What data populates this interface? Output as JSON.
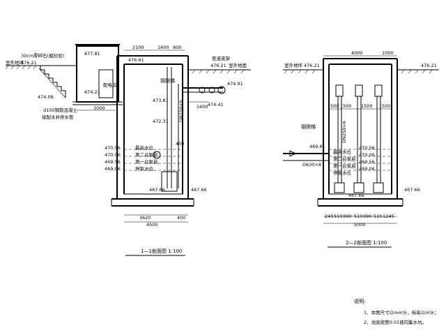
{
  "section_1_1": {
    "title": "1—1剖面图 1:100",
    "ground_left_note": "30cm厚碎石(粗砂层)",
    "ground_left_label": "室外地坪",
    "ground_left_elev": "476.21",
    "roof_elev": "477.81",
    "floor_elev": "474.21",
    "room_label": "配电房",
    "slope_elev": "474.08",
    "pipe_note_1": "d150钢筋混凝土",
    "pipe_note_2": "接配水井排水管",
    "dim_3000": "3000",
    "dim_top": [
      "2100",
      "1600",
      "800"
    ],
    "top_elev": "476.61",
    "right_elev_1": "476.21",
    "right_label": "室外地面",
    "right_note": "管道支架",
    "pipe_elev_1": "474.91",
    "pipe_elev_2": "474.41",
    "dim_1600": "1600",
    "inner_label": "钢爬梯",
    "elev_473": "473.81",
    "elev_472": "472.31",
    "pipe_size": "DN250×6",
    "dim_400": "400",
    "level_elevs": [
      "470.56",
      "470.06",
      "469.56",
      "469.06"
    ],
    "level_labels": [
      "最高水位",
      "第二台泵启",
      "第一台泵启",
      "停泵水位"
    ],
    "bottom_elev_1": "467.66",
    "bottom_elev_2": "467.66",
    "dim_bottom_1": "3620",
    "dim_bottom_2": "400",
    "dim_bottom_3": "4500"
  },
  "section_2_2": {
    "title": "2—2剖面图 1:100",
    "dim_top": [
      "4000",
      "1000"
    ],
    "ground_left_label": "室外地坪",
    "ground_left_elev": "476.21",
    "ground_right_elev": "476.21",
    "left_label": "钢爬梯",
    "inlet_elev": "469.81",
    "inlet_pipe": "D630×8",
    "pipe_size": "DN250×6",
    "sub_dims": [
      "500",
      "1500",
      "1500",
      "1500"
    ],
    "level_elevs": [
      "470.56",
      "470.06",
      "469.56",
      "469.06"
    ],
    "level_labels": [
      "最高水位",
      "第二台泵启",
      "第一台泵启",
      "停泵水位"
    ],
    "bottom_elev_1": "467.66",
    "bottom_elev_2": "467.66",
    "bottom_dims": [
      "245",
      "510",
      "990",
      "510",
      "990",
      "510",
      "1245"
    ],
    "dim_total": "5000"
  },
  "notes": {
    "heading": "说明:",
    "items": [
      "1、本图尺寸以mm计，标高以m计；",
      "2、池底坡度0.01坡向集水坑。"
    ]
  }
}
